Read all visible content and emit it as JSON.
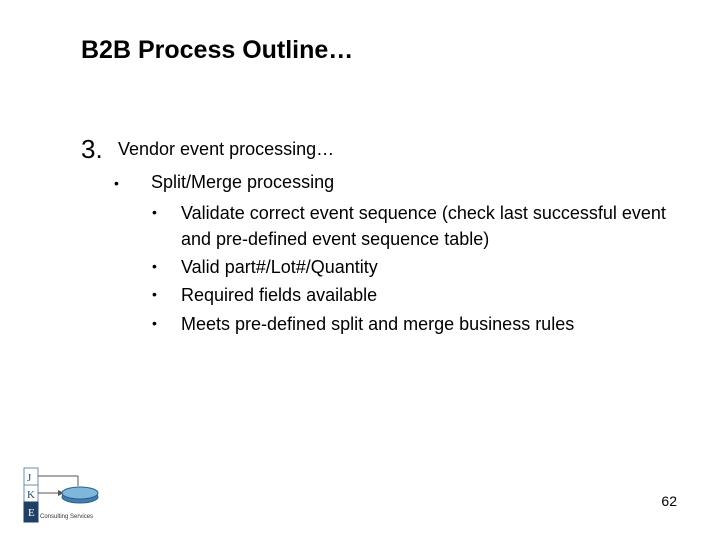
{
  "slide": {
    "title": "B2B Process Outline…",
    "section": {
      "number": "3.",
      "label": "Vendor event processing…",
      "bullet": {
        "symbol": "•",
        "label": "Split/Merge processing",
        "items": [
          {
            "symbol": "•",
            "label": "Validate correct event sequence (check last successful event and pre-defined event sequence table)"
          },
          {
            "symbol": "•",
            "label": "Valid part#/Lot#/Quantity"
          },
          {
            "symbol": "•",
            "label": "Required fields available"
          },
          {
            "symbol": "•",
            "label": "Meets pre-defined split and merge business rules"
          }
        ]
      }
    },
    "page_number": "62",
    "logo": {
      "icon": "jke-consulting-logo-icon",
      "letters": [
        "J",
        "K",
        "E"
      ],
      "caption": "Consulting Services"
    }
  }
}
